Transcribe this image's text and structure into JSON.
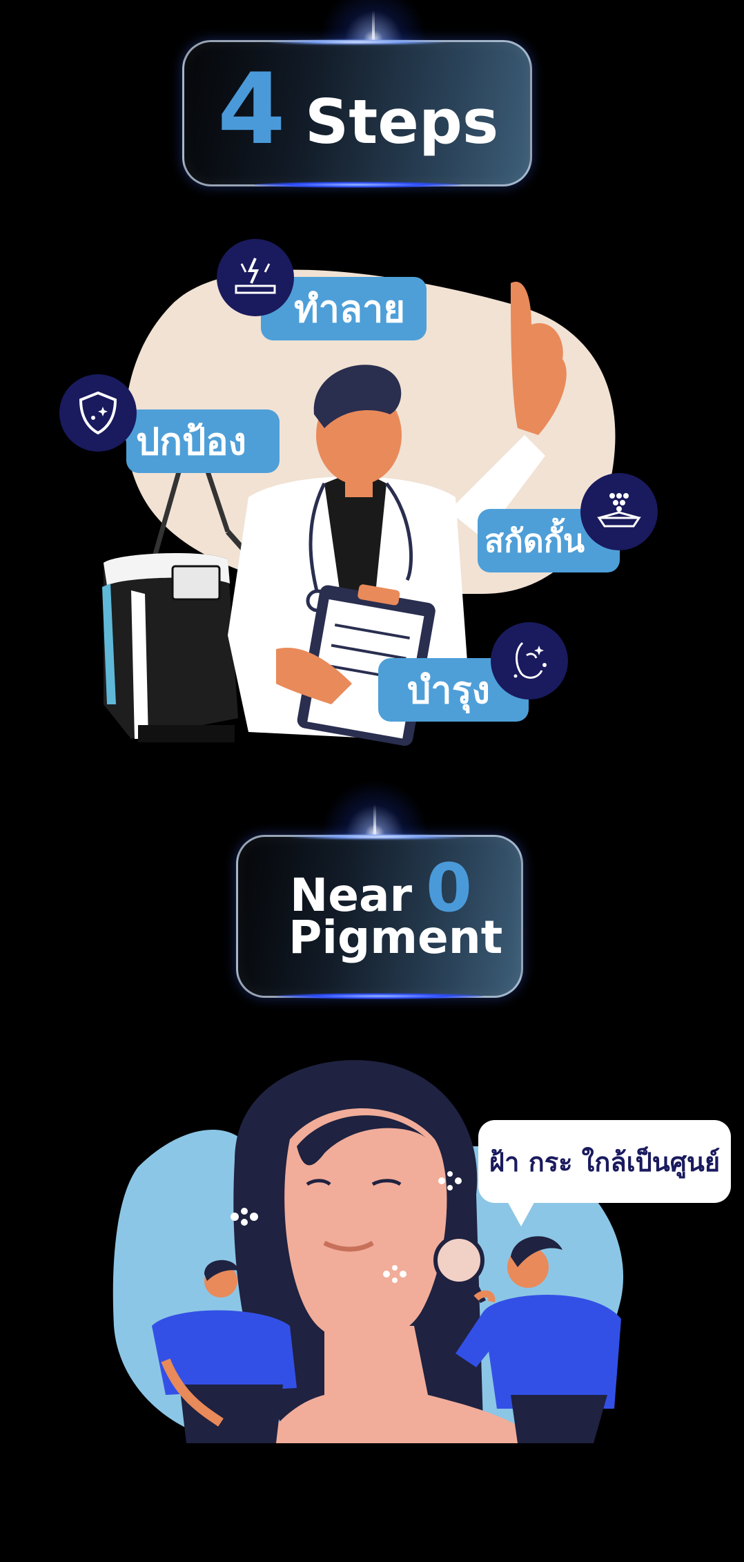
{
  "steps_card": {
    "number": "4",
    "word": "Steps"
  },
  "labels": {
    "destroy": "ทำลาย",
    "protect": "ปกป้อง",
    "block": "สกัดกั้น",
    "nourish": "บำรุง"
  },
  "icons": {
    "destroy": "laser-strike-icon",
    "protect": "shield-sparkle-icon",
    "block": "barrier-particles-icon",
    "nourish": "skin-care-icon"
  },
  "pigment_card": {
    "near": "Near",
    "zero": "0",
    "pigment": "Pigment"
  },
  "speech_bubble": "ฝ้า กระ ใกล้เป็นศูนย์",
  "colors": {
    "accent_blue": "#4a9ad9",
    "pill_blue": "#4e9fd8",
    "navy": "#1a1a5e",
    "background": "#000000"
  }
}
